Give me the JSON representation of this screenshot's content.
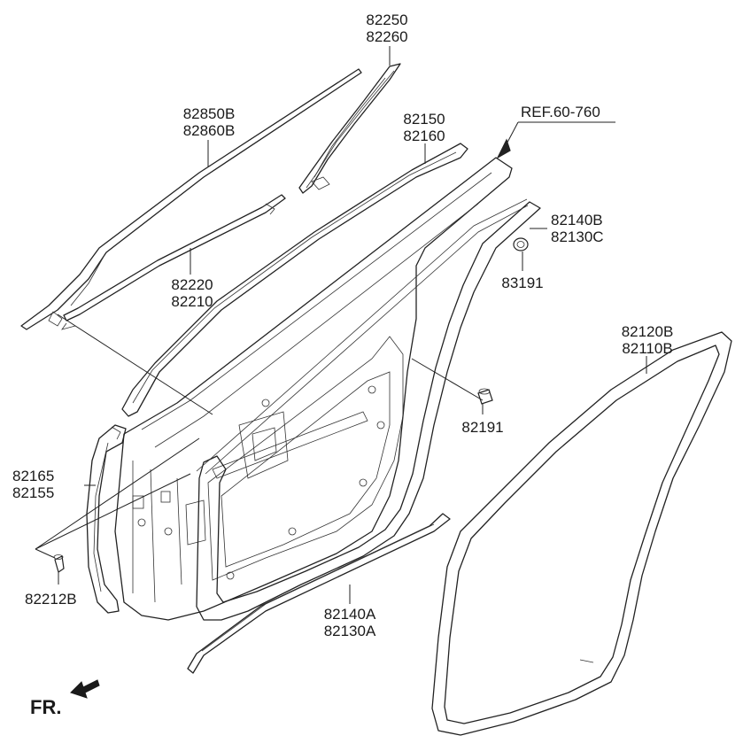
{
  "callouts": {
    "c82250": [
      "82250",
      "82260"
    ],
    "c82850": [
      "82850B",
      "82860B"
    ],
    "c82150": [
      "82150",
      "82160"
    ],
    "ref": "REF.60-760",
    "c82140b": [
      "82140B",
      "82130C"
    ],
    "c82220": [
      "82220",
      "82210"
    ],
    "c83191": [
      "83191"
    ],
    "c82120": [
      "82120B",
      "82110B"
    ],
    "c82191": [
      "82191"
    ],
    "c82165": [
      "82165",
      "82155"
    ],
    "c82212": [
      "82212B"
    ],
    "c82140a": [
      "82140A",
      "82130A"
    ]
  },
  "front_indicator": "FR."
}
